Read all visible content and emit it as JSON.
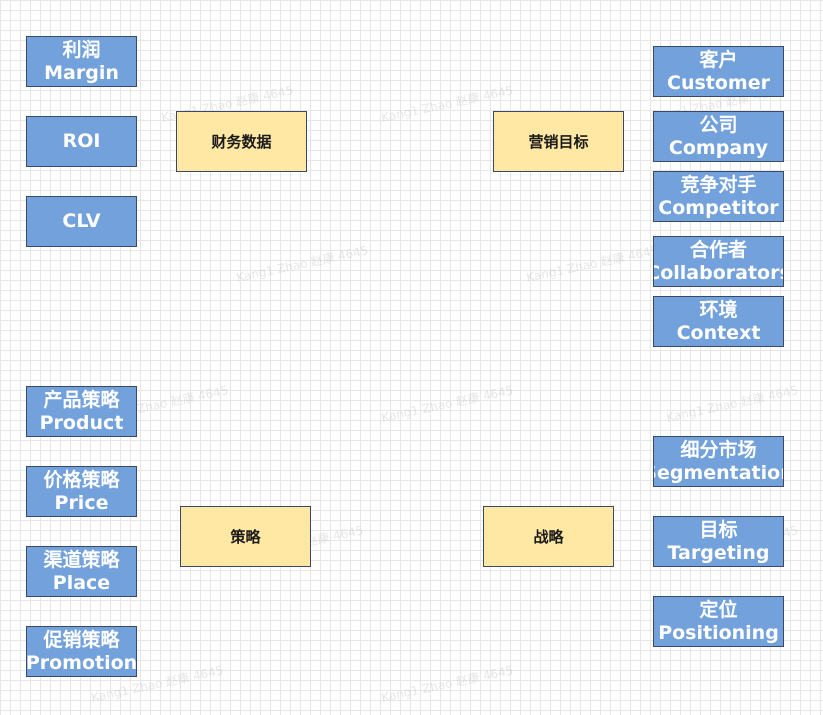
{
  "left_metrics": [
    {
      "zh": "利润",
      "en": "Margin"
    },
    {
      "zh": "",
      "en": "ROI"
    },
    {
      "zh": "",
      "en": "CLV"
    }
  ],
  "center_labels": {
    "finance": "财务数据",
    "goals": "营销目标",
    "tactics": "策略",
    "strategy": "战略"
  },
  "right_5c": [
    {
      "zh": "客户",
      "en": "Customer"
    },
    {
      "zh": "公司",
      "en": "Company"
    },
    {
      "zh": "竞争对手",
      "en": "Competitor"
    },
    {
      "zh": "合作者",
      "en": "Collaborators"
    },
    {
      "zh": "环境",
      "en": "Context"
    }
  ],
  "left_4p": [
    {
      "zh": "产品策略",
      "en": "Product"
    },
    {
      "zh": "价格策略",
      "en": "Price"
    },
    {
      "zh": "渠道策略",
      "en": "Place"
    },
    {
      "zh": "促销策略",
      "en": "Promotion"
    }
  ],
  "right_stp": [
    {
      "zh": "细分市场",
      "en": "Segmentation"
    },
    {
      "zh": "目标",
      "en": "Targeting"
    },
    {
      "zh": "定位",
      "en": "Positioning"
    }
  ],
  "watermark": "Kang1 Zhao 赵康 4645",
  "colors": {
    "blue_box": "#73a1dc",
    "yellow_box": "#ffe8a3",
    "border": "#3a4a66",
    "grid": "#e6e6e6"
  }
}
